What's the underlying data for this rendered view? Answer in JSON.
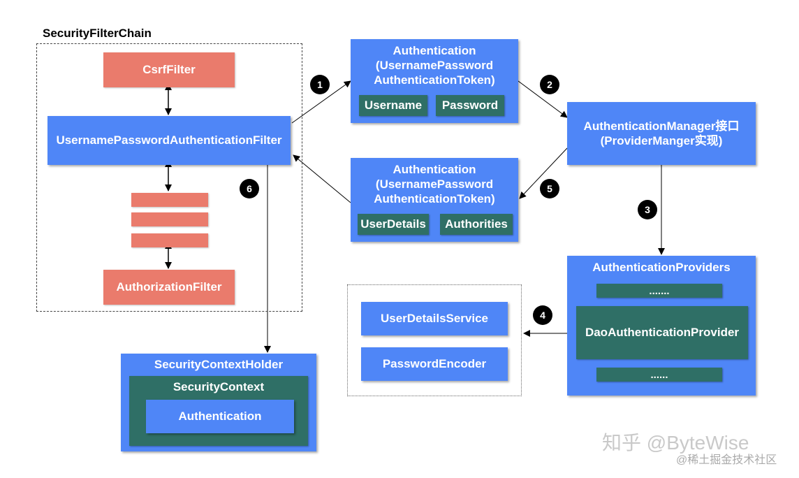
{
  "chain": {
    "title": "SecurityFilterChain",
    "csrf_filter": "CsrfFilter",
    "upaf": "UsernamePasswordAuthenticationFilter",
    "authorization_filter": "AuthorizationFilter"
  },
  "auth_request": {
    "line1": "Authentication",
    "line2": "(UsernamePassword",
    "line3": "AuthenticationToken)",
    "username": "Username",
    "password": "Password"
  },
  "auth_result": {
    "line1": "Authentication",
    "line2": "(UsernamePassword",
    "line3": "AuthenticationToken)",
    "user_details": "UserDetails",
    "authorities": "Authorities"
  },
  "manager": {
    "line1": "AuthenticationManager接口",
    "line2": "(ProviderManger实现)"
  },
  "providers": {
    "title": "AuthenticationProviders",
    "dots_top": ".......",
    "dao": "DaoAuthenticationProvider",
    "dots_bottom": "......"
  },
  "services": {
    "user_details_service": "UserDetailsService",
    "password_encoder": "PasswordEncoder"
  },
  "context_holder": {
    "title": "SecurityContextHolder",
    "context": "SecurityContext",
    "authentication": "Authentication"
  },
  "steps": [
    "1",
    "2",
    "3",
    "4",
    "5",
    "6"
  ],
  "watermark": {
    "line1": "知乎 @ByteWise",
    "line2": "@稀土掘金技术社区"
  },
  "colors": {
    "blue": "#4f86f7",
    "teal": "#2f6f66",
    "salmon": "#ea7b6c",
    "badge": "#000000"
  }
}
